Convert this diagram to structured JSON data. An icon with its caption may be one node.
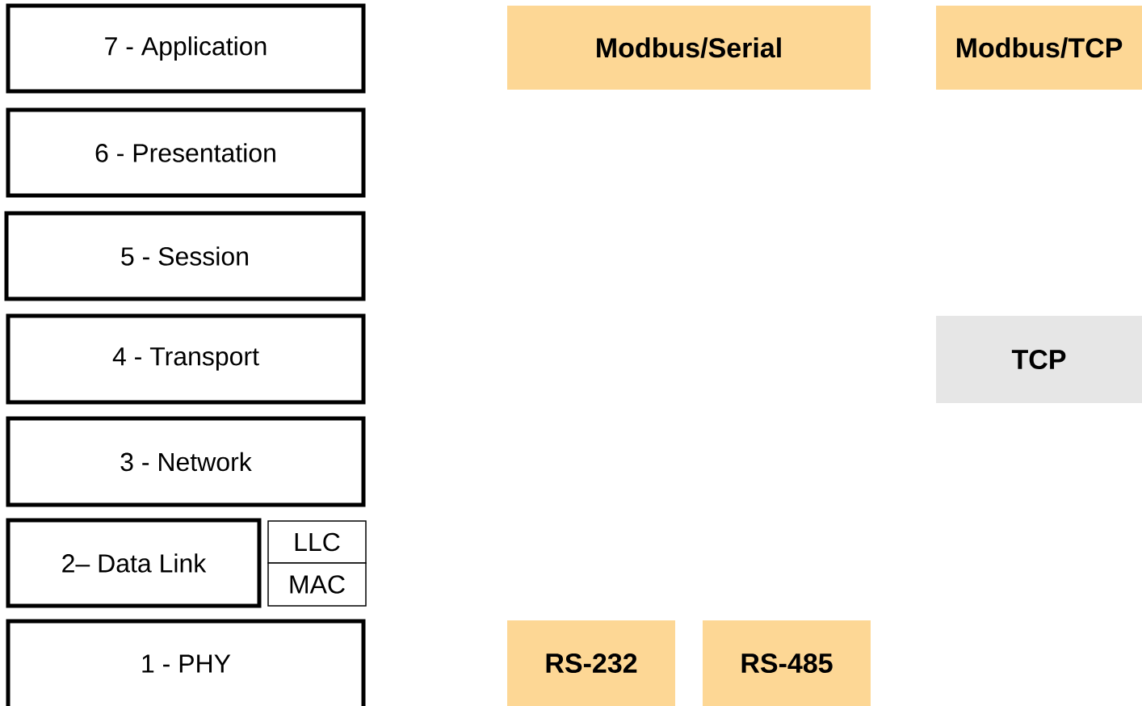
{
  "diagram": {
    "nodes": [
      {
        "text": [
          "7 - Application"
        ]
      },
      {
        "text": [
          "Modbus/Serial"
        ]
      },
      {
        "text": [
          "Modbus/TCP"
        ]
      },
      {
        "text": [
          "6 - Presentation"
        ]
      },
      {
        "text": [
          "5 - Session"
        ]
      },
      {
        "text": [
          "4 - Transport"
        ]
      },
      {
        "text": [
          "TCP"
        ]
      },
      {
        "text": [
          "3 - Network"
        ]
      },
      {
        "text": [
          "2– Data Link"
        ]
      },
      {
        "text": [
          "LLC"
        ]
      },
      {
        "text": [
          "MAC"
        ]
      },
      {
        "text": [
          "1 - PHY"
        ]
      },
      {
        "text": [
          "RS-232"
        ]
      },
      {
        "text": [
          "RS-485"
        ]
      }
    ]
  }
}
